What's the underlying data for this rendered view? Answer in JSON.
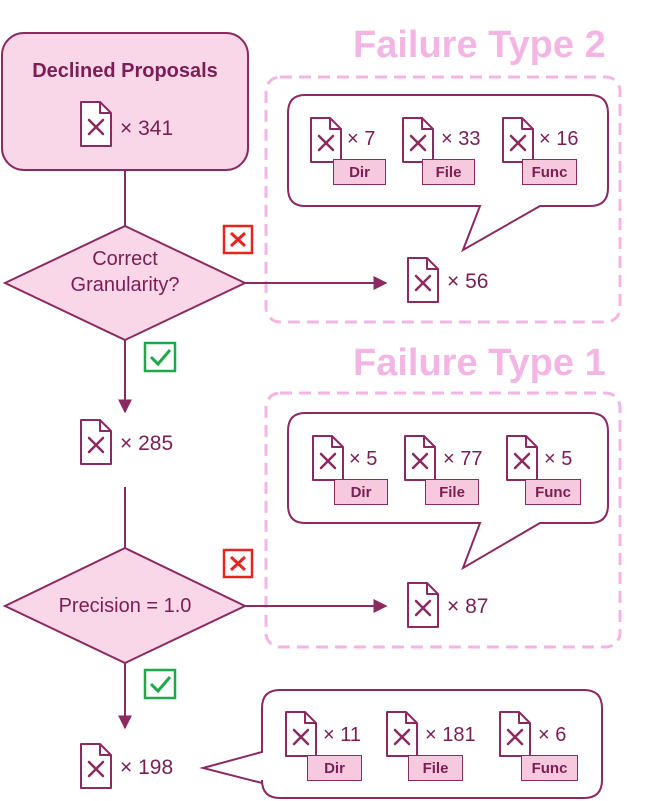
{
  "start": {
    "title": "Declined Proposals",
    "count": "× 341"
  },
  "decision1": {
    "line1": "Correct",
    "line2": "Granularity?"
  },
  "decision2": {
    "label": "Precision = 1.0"
  },
  "failure_type_2": {
    "title": "Failure Type 2",
    "total": "× 56",
    "items": [
      {
        "count": "× 7",
        "tag": "Dir"
      },
      {
        "count": "× 33",
        "tag": "File"
      },
      {
        "count": "× 16",
        "tag": "Func"
      }
    ]
  },
  "failure_type_1": {
    "title": "Failure Type 1",
    "total": "× 87",
    "items": [
      {
        "count": "× 5",
        "tag": "Dir"
      },
      {
        "count": "× 77",
        "tag": "File"
      },
      {
        "count": "× 5",
        "tag": "Func"
      }
    ]
  },
  "pass1": {
    "count": "× 285"
  },
  "final": {
    "count": "× 198",
    "items": [
      {
        "count": "× 11",
        "tag": "Dir"
      },
      {
        "count": "× 181",
        "tag": "File"
      },
      {
        "count": "× 6",
        "tag": "Func"
      }
    ]
  },
  "colors": {
    "stroke": "#8b2a60",
    "node_fill": "#f9d6e8",
    "dashed": "#f3b6e4",
    "reject": "#e52521",
    "accept": "#1fa84a"
  },
  "icons": {
    "document": "document-x-icon",
    "reject": "red-x-box-icon",
    "accept": "green-check-box-icon"
  }
}
